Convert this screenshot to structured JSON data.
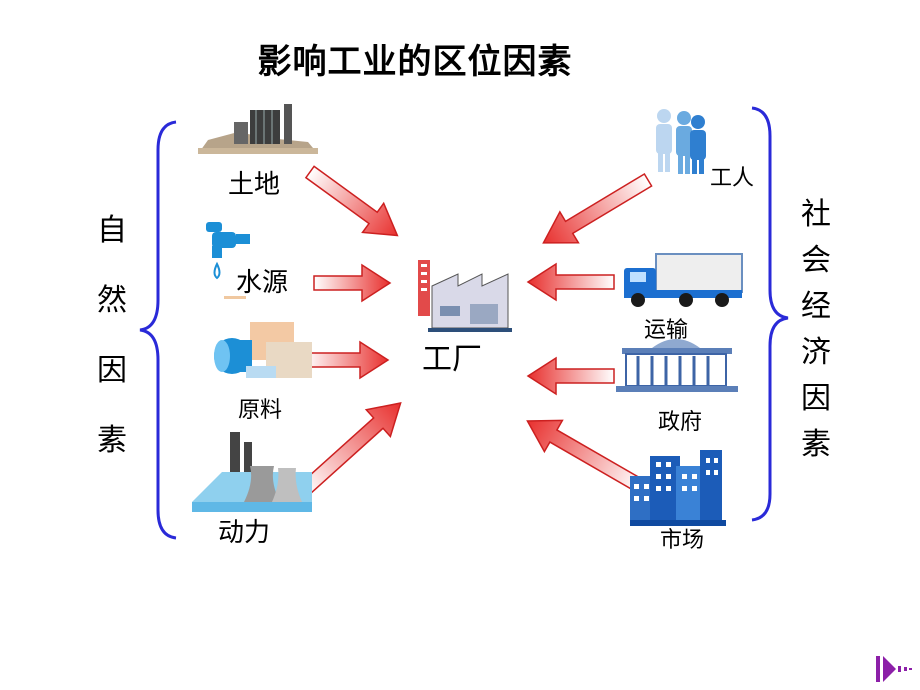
{
  "title": "影响工业的区位因素",
  "left_group": {
    "label_chars": [
      "自",
      "然",
      "因",
      "素"
    ],
    "items": [
      {
        "label": "土地",
        "icon": "land-factory-icon"
      },
      {
        "label": "水源",
        "icon": "water-tap-icon"
      },
      {
        "label": "原料",
        "icon": "raw-materials-icon"
      },
      {
        "label": "动力",
        "icon": "power-plant-icon"
      }
    ]
  },
  "right_group": {
    "label_chars": [
      "社",
      "会",
      "经",
      "济",
      "因",
      "素"
    ],
    "items": [
      {
        "label": "工人",
        "icon": "workers-icon"
      },
      {
        "label": "运输",
        "icon": "truck-icon"
      },
      {
        "label": "政府",
        "icon": "government-building-icon"
      },
      {
        "label": "市场",
        "icon": "city-market-icon"
      }
    ]
  },
  "center": {
    "label": "工厂",
    "icon": "factory-icon"
  },
  "colors": {
    "brace": "#2a2ad8",
    "arrow_fill": "#e83a3a",
    "arrow_light": "#ffffff",
    "nav": "#8c1fa8"
  },
  "nav_icon": "next-slide-icon"
}
